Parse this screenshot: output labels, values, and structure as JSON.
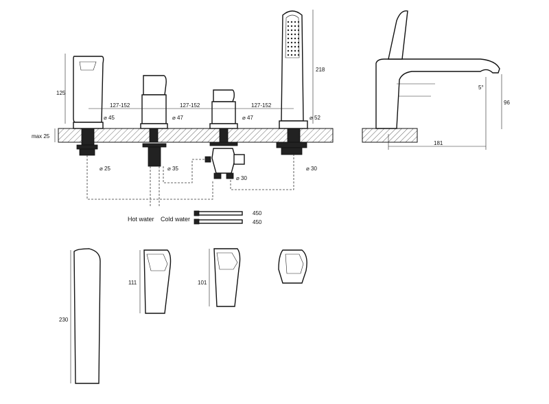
{
  "dimensions": {
    "h_spout": "125",
    "h_shower": "218",
    "spacing_1": "127-152",
    "spacing_2": "127-152",
    "spacing_3": "127-152",
    "d_spout": "⌀ 45",
    "d_hot": "⌀ 47",
    "d_cold": "⌀ 47",
    "d_shower": "⌀ 52",
    "deck_max": "max 25",
    "d_hole_spout": "⌀ 25",
    "d_hole_hot": "⌀ 35",
    "d_hole_cold": "⌀ 30",
    "d_hole_shower": "⌀ 30",
    "hose_1": "450",
    "hose_2": "450",
    "spout_reach": "181",
    "spout_angle": "5°",
    "spout_height": "96",
    "bottom_spout": "230",
    "bottom_hot": "111",
    "bottom_cold": "101"
  },
  "labels": {
    "hot_water": "Hot water",
    "cold_water": "Cold water"
  }
}
